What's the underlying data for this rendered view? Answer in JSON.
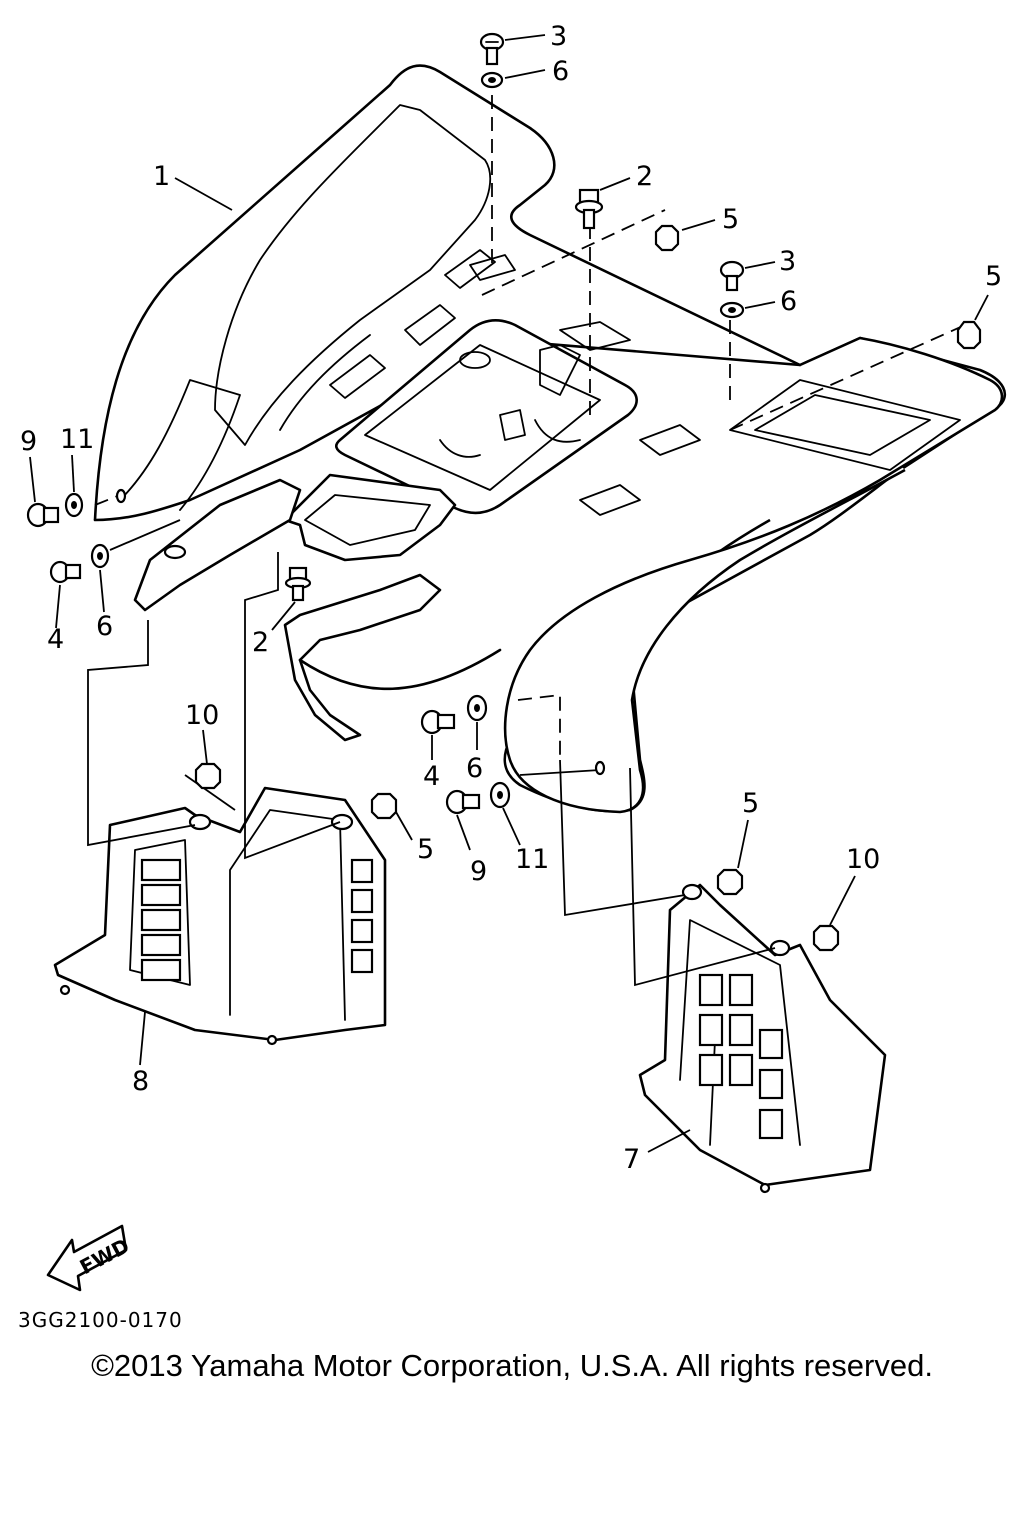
{
  "diagram": {
    "part_code": "3GG2100-0170",
    "copyright": "©2013 Yamaha Motor Corporation, U.S.A. All rights reserved.",
    "fwd_label": "FWD",
    "callouts": {
      "c1": "1",
      "c2a": "2",
      "c2b": "2",
      "c3a": "3",
      "c3b": "3",
      "c4a": "4",
      "c4b": "4",
      "c5a": "5",
      "c5b": "5",
      "c5c": "5",
      "c5d": "5",
      "c6a": "6",
      "c6b": "6",
      "c6c": "6",
      "c6d": "6",
      "c7": "7",
      "c8": "8",
      "c9a": "9",
      "c9b": "9",
      "c10a": "10",
      "c10b": "10",
      "c11a": "11",
      "c11b": "11"
    }
  }
}
